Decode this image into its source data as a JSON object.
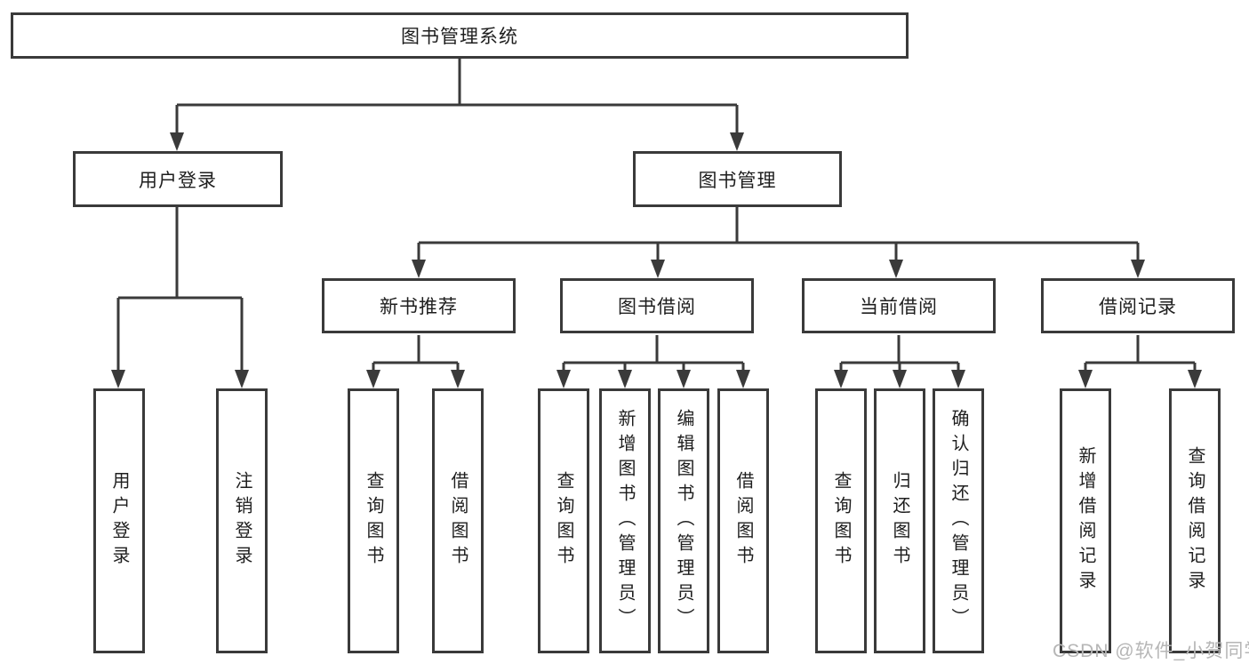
{
  "colors": {
    "line": "#3a3a3a",
    "box_border": "#3a3a3a",
    "text": "#1e1e1e",
    "watermark": "#b6b6b6",
    "background": "#ffffff"
  },
  "tree": {
    "root": "图书管理系统",
    "children": [
      {
        "label": "用户登录",
        "children": [
          "用户登录",
          "注销登录"
        ]
      },
      {
        "label": "图书管理",
        "children": [
          {
            "label": "新书推荐",
            "children": [
              "查询图书",
              "借阅图书"
            ]
          },
          {
            "label": "图书借阅",
            "children": [
              "查询图书",
              "新增图书（管理员）",
              "编辑图书（管理员）",
              "借阅图书"
            ]
          },
          {
            "label": "当前借阅",
            "children": [
              "查询图书",
              "归还图书",
              "确认归还（管理员）"
            ]
          },
          {
            "label": "借阅记录",
            "children": [
              "新增借阅记录",
              "查询借阅记录"
            ]
          }
        ]
      }
    ]
  },
  "watermark": "CSDN @软件_小贺同学"
}
